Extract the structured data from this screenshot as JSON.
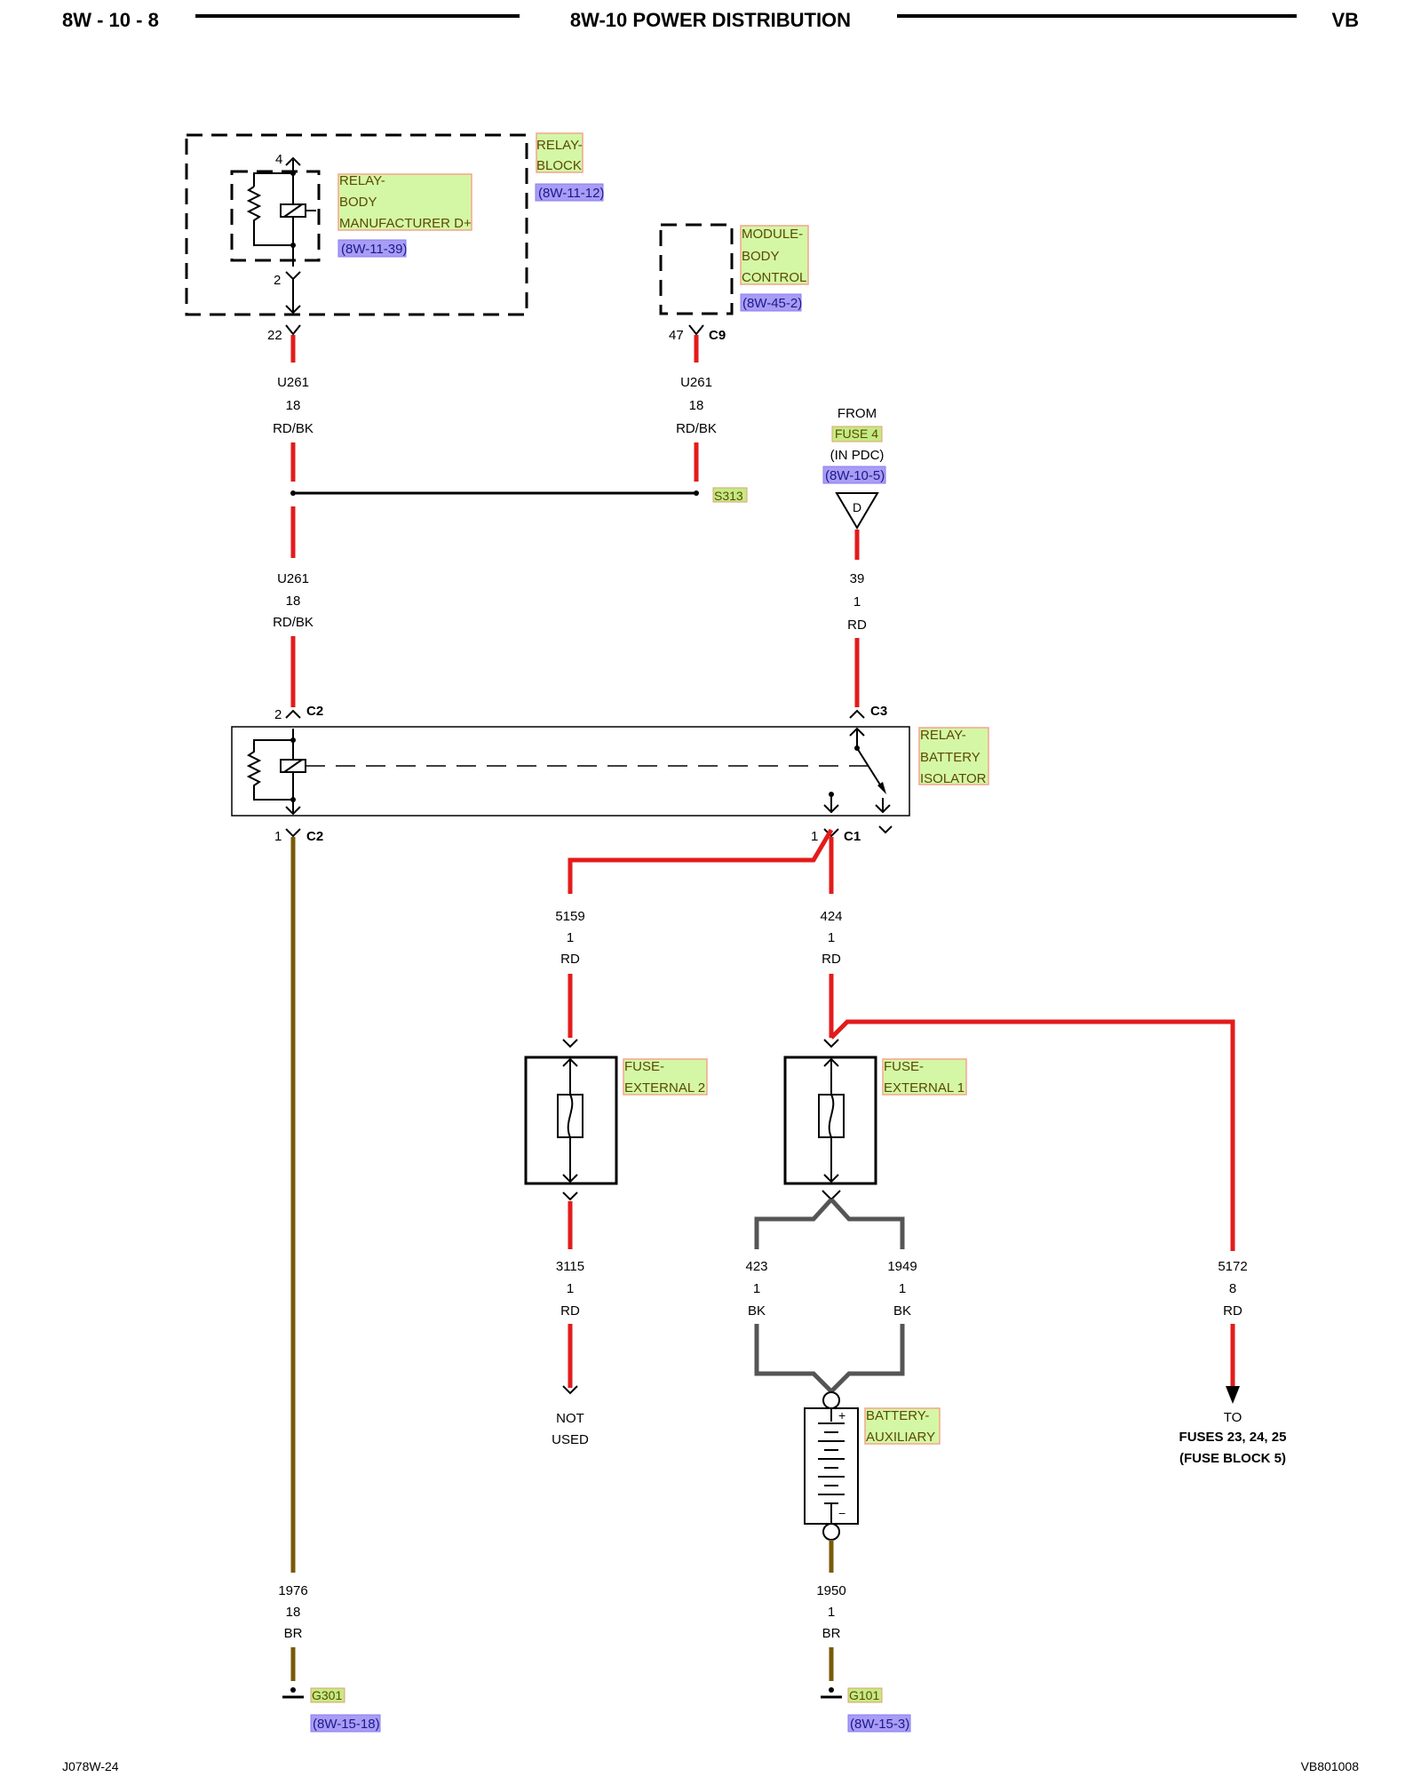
{
  "header": {
    "page_number": "8W - 10 - 8",
    "title": "8W-10 POWER DISTRIBUTION",
    "model": "VB"
  },
  "footer": {
    "left_code": "J078W-24",
    "right_code": "VB801008"
  },
  "components": {
    "relay_block": {
      "name_line1": "RELAY-",
      "name_line2": "BLOCK",
      "ref": "(8W-11-12)"
    },
    "relay_body_mfr": {
      "name_line1": "RELAY-",
      "name_line2": "BODY",
      "name_line3": "MANUFACTURER D+",
      "ref": "(8W-11-39)",
      "pin_top": "4",
      "pin_bottom": "2"
    },
    "module_body_control": {
      "name_line1": "MODULE-",
      "name_line2": "BODY",
      "name_line3": "CONTROL",
      "ref": "(8W-45-2)"
    },
    "relay_battery_isolator": {
      "name_line1": "RELAY-",
      "name_line2": "BATTERY",
      "name_line3": "ISOLATOR"
    },
    "fuse_external_2": {
      "name_line1": "FUSE-",
      "name_line2": "EXTERNAL 2"
    },
    "fuse_external_1": {
      "name_line1": "FUSE-",
      "name_line2": "EXTERNAL 1"
    },
    "battery_auxiliary": {
      "name_line1": "BATTERY-",
      "name_line2": "AUXILIARY",
      "plus": "+",
      "minus": "−"
    }
  },
  "connectors": {
    "relay_block_pin": "22",
    "bcm_pin": "47",
    "bcm_conn": "C9",
    "isolator_c2_top_pin": "2",
    "isolator_c2_top": "C2",
    "isolator_c3": "C3",
    "isolator_c2_bottom_pin": "1",
    "isolator_c2_bottom": "C2",
    "isolator_c1_pin": "1",
    "isolator_c1": "C1"
  },
  "splice": {
    "name": "S313"
  },
  "source": {
    "from": "FROM",
    "fuse": "FUSE 4",
    "location": "(IN PDC)",
    "ref": "(8W-10-5)",
    "symbol": "D"
  },
  "wires": {
    "u261_a": {
      "circuit": "U261",
      "gauge": "18",
      "color": "RD/BK"
    },
    "u261_b": {
      "circuit": "U261",
      "gauge": "18",
      "color": "RD/BK"
    },
    "u261_c": {
      "circuit": "U261",
      "gauge": "18",
      "color": "RD/BK"
    },
    "w39": {
      "circuit": "39",
      "gauge": "1",
      "color": "RD"
    },
    "w5159": {
      "circuit": "5159",
      "gauge": "1",
      "color": "RD"
    },
    "w424": {
      "circuit": "424",
      "gauge": "1",
      "color": "RD"
    },
    "w3115": {
      "circuit": "3115",
      "gauge": "1",
      "color": "RD"
    },
    "w423": {
      "circuit": "423",
      "gauge": "1",
      "color": "BK"
    },
    "w1949": {
      "circuit": "1949",
      "gauge": "1",
      "color": "BK"
    },
    "w5172": {
      "circuit": "5172",
      "gauge": "8",
      "color": "RD"
    },
    "w1976": {
      "circuit": "1976",
      "gauge": "18",
      "color": "BR"
    },
    "w1950": {
      "circuit": "1950",
      "gauge": "1",
      "color": "BR"
    }
  },
  "terminations": {
    "not_used_line1": "NOT",
    "not_used_line2": "USED",
    "to": "TO",
    "to_fuses": "FUSES 23, 24, 25",
    "to_block": "(FUSE BLOCK 5)"
  },
  "grounds": {
    "g301": {
      "name": "G301",
      "ref": "(8W-15-18)"
    },
    "g101": {
      "name": "G101",
      "ref": "(8W-15-3)"
    }
  },
  "colors": {
    "red_wire": "#e31b1b",
    "brown_wire": "#7a5a08",
    "black_wire": "#555555",
    "label_highlight": "#d4f7a6",
    "ref_highlight": "#a99cf5"
  }
}
